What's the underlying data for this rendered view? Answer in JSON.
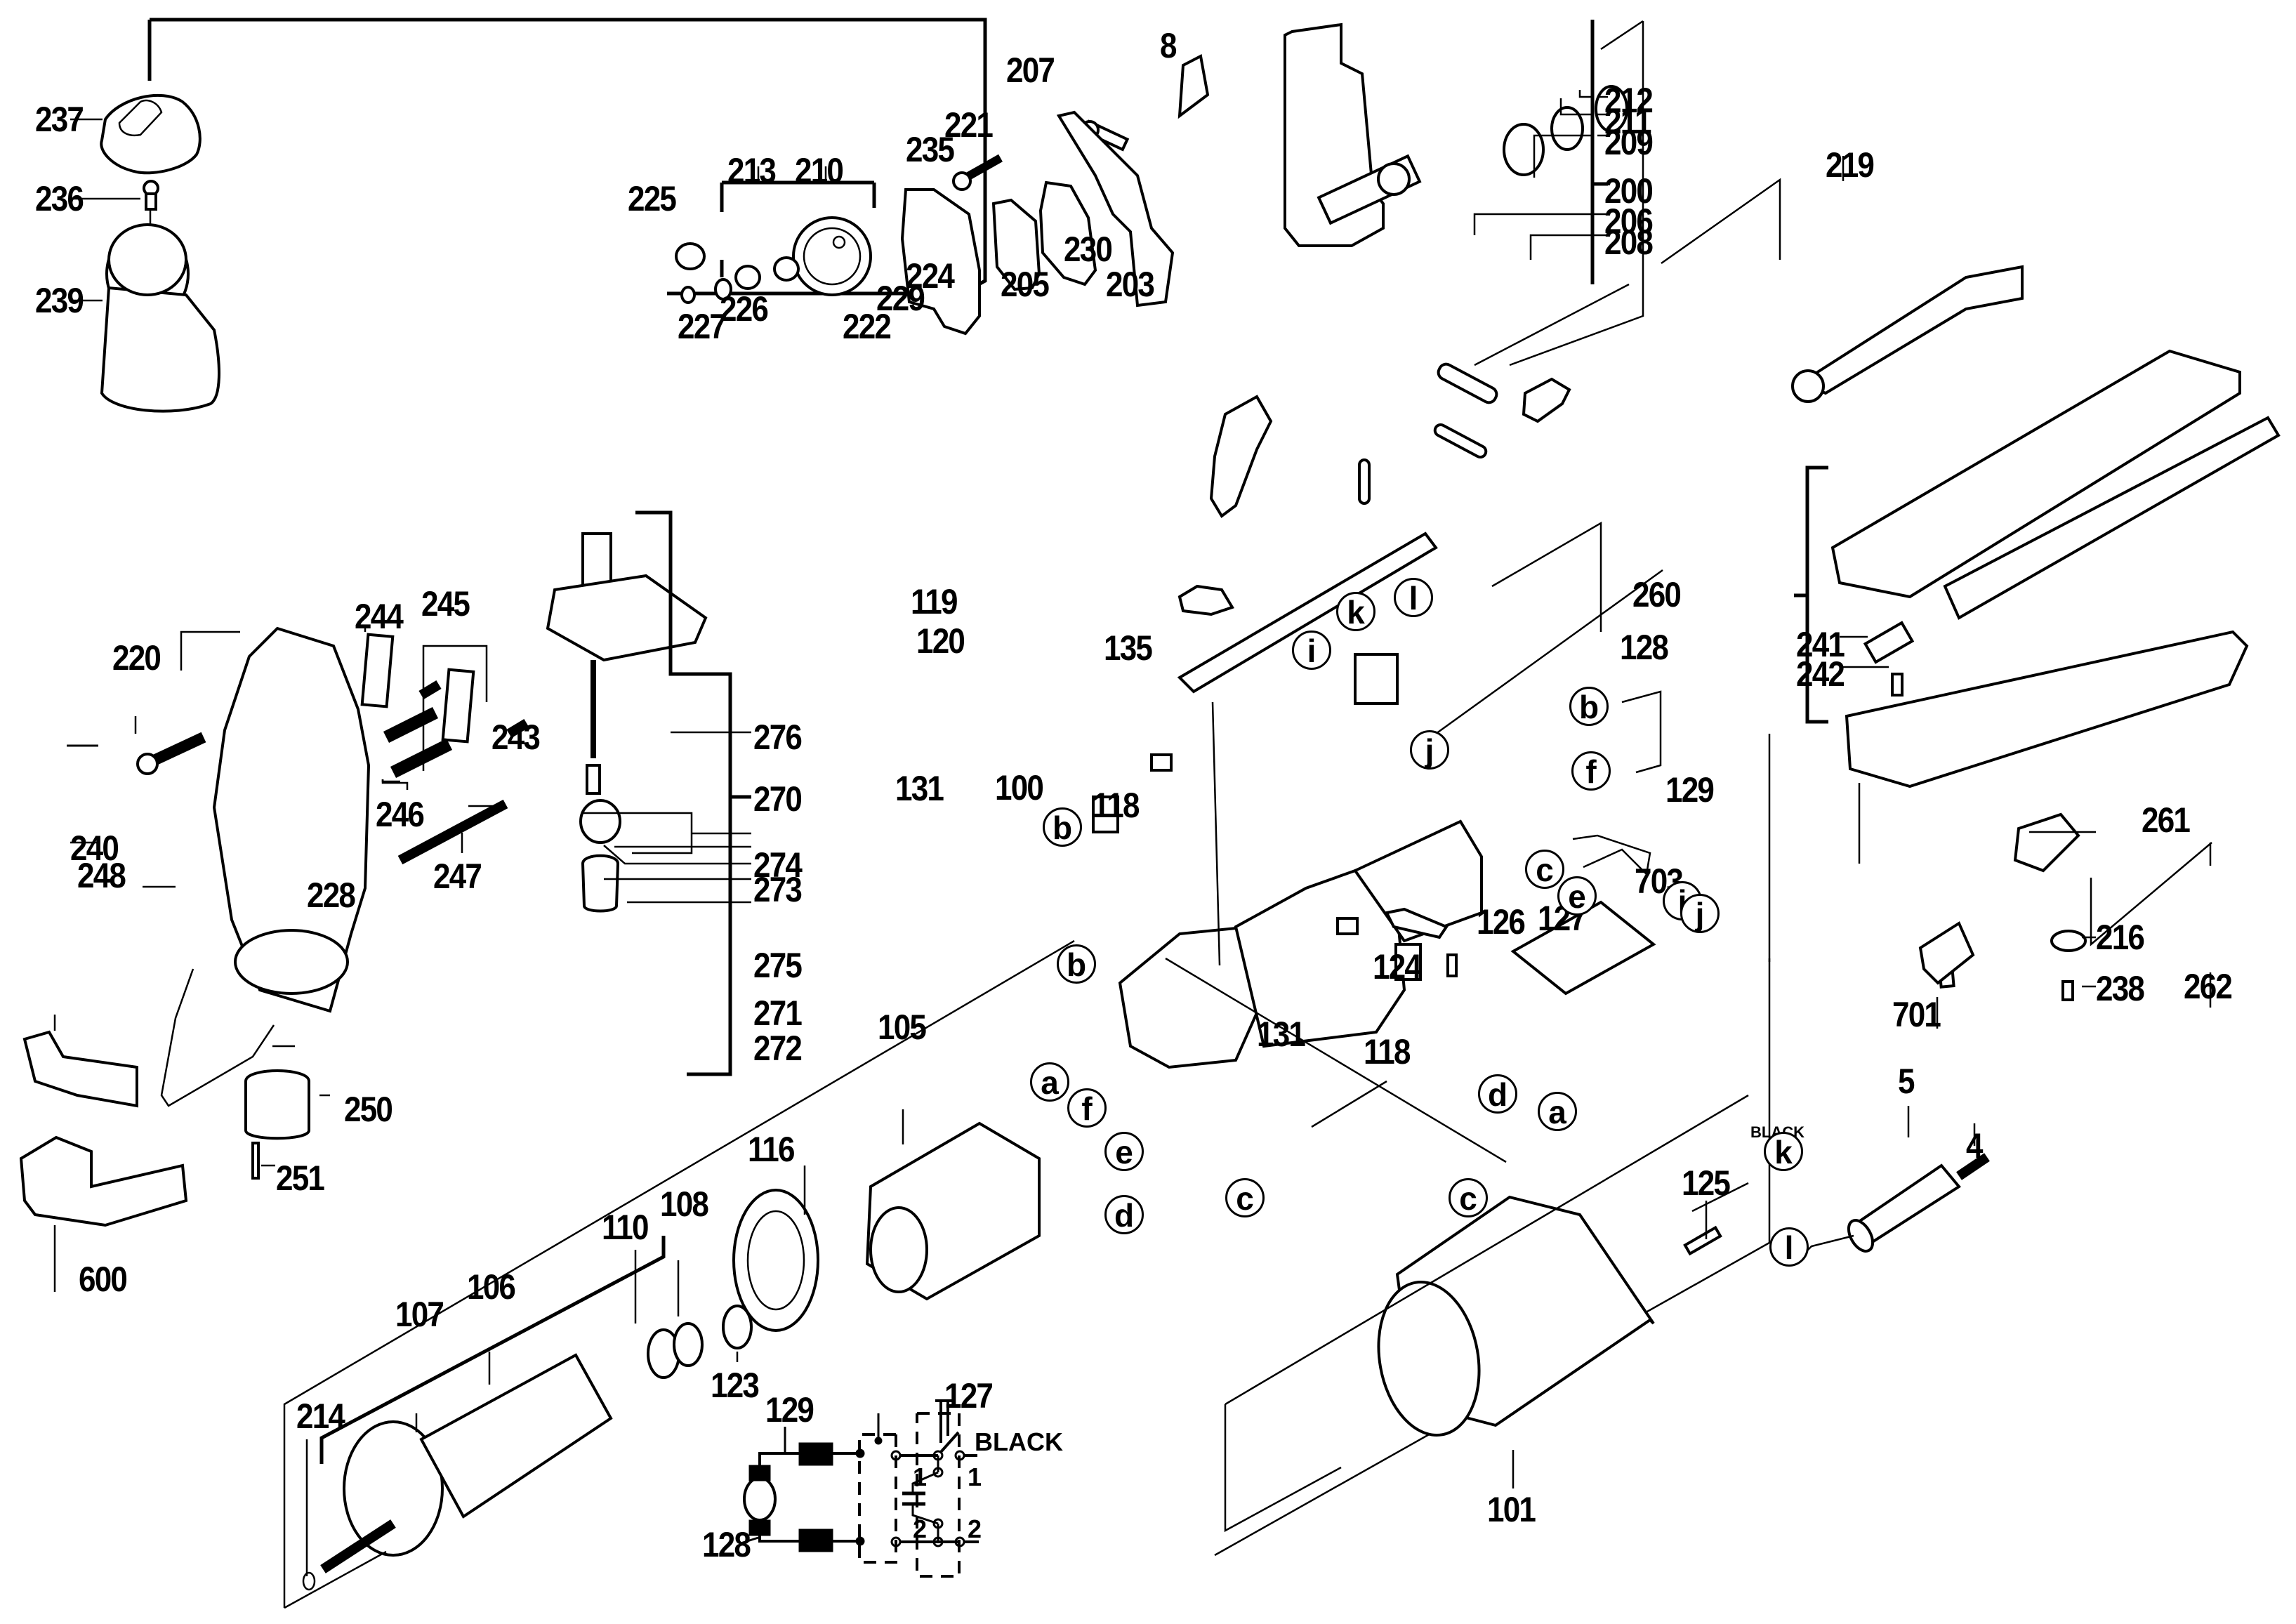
{
  "title": "Jigsaw exploded parts diagram",
  "callouts": {
    "c237": "237",
    "c236": "236",
    "c239": "239",
    "c207": "207",
    "c8": "8",
    "c221": "221",
    "c235": "235",
    "c212": "212",
    "c211": "211",
    "c209": "209",
    "c200": "200",
    "c206": "206",
    "c208": "208",
    "c219": "219",
    "c213": "213",
    "c210": "210",
    "c225": "225",
    "c226": "226",
    "c227": "227",
    "c222": "222",
    "c229": "229",
    "c224": "224",
    "c205": "205",
    "c230": "230",
    "c203": "203",
    "c119": "119",
    "c120": "120",
    "c135": "135",
    "c260": "260",
    "c241": "241",
    "c242": "242",
    "c703": "703",
    "c261": "261",
    "c216": "216",
    "c262": "262",
    "c238": "238",
    "c701": "701",
    "c220": "220",
    "c244": "244",
    "c245": "245",
    "c243": "243",
    "c240": "240",
    "c246": "246",
    "c247": "247",
    "c248": "248",
    "c228": "228",
    "c250": "250",
    "c251": "251",
    "c600": "600",
    "c276": "276",
    "c270": "270",
    "c274": "274",
    "c273": "273",
    "c275": "275",
    "c271": "271",
    "c272": "272",
    "c118a": "118",
    "c131a": "131",
    "c100": "100",
    "c128": "128",
    "c129": "129",
    "c127": "127",
    "c126": "126",
    "c124": "124",
    "c131b": "131",
    "c118b": "118",
    "c105": "105",
    "c116": "116",
    "c108": "108",
    "c110": "110",
    "c106": "106",
    "c107": "107",
    "c123": "123",
    "c214": "214",
    "c125": "125",
    "c101": "101",
    "c5": "5",
    "c4": "4",
    "s127": "127",
    "s129": "129",
    "s128": "128"
  },
  "connectors": {
    "k_top": "k",
    "l_top": "l",
    "i_top": "i",
    "j_top": "j",
    "b_118": "b",
    "b_131": "b",
    "b_128": "b",
    "f_128": "f",
    "c_129": "c",
    "e_129": "e",
    "i_127": "i",
    "j_127": "j",
    "d_127": "d",
    "a_127": "a",
    "a_105": "a",
    "f_105": "f",
    "e_105": "e",
    "d_105": "d",
    "c_131": "c",
    "c_118": "c",
    "k_cord": "k",
    "l_cord": "l"
  },
  "wire_labels": {
    "cord_black": "BLACK"
  },
  "schematic": {
    "switch_label": "BLACK",
    "terminal_1_left": "1",
    "terminal_2_left": "2",
    "terminal_1_right": "1",
    "terminal_2_right": "2"
  }
}
